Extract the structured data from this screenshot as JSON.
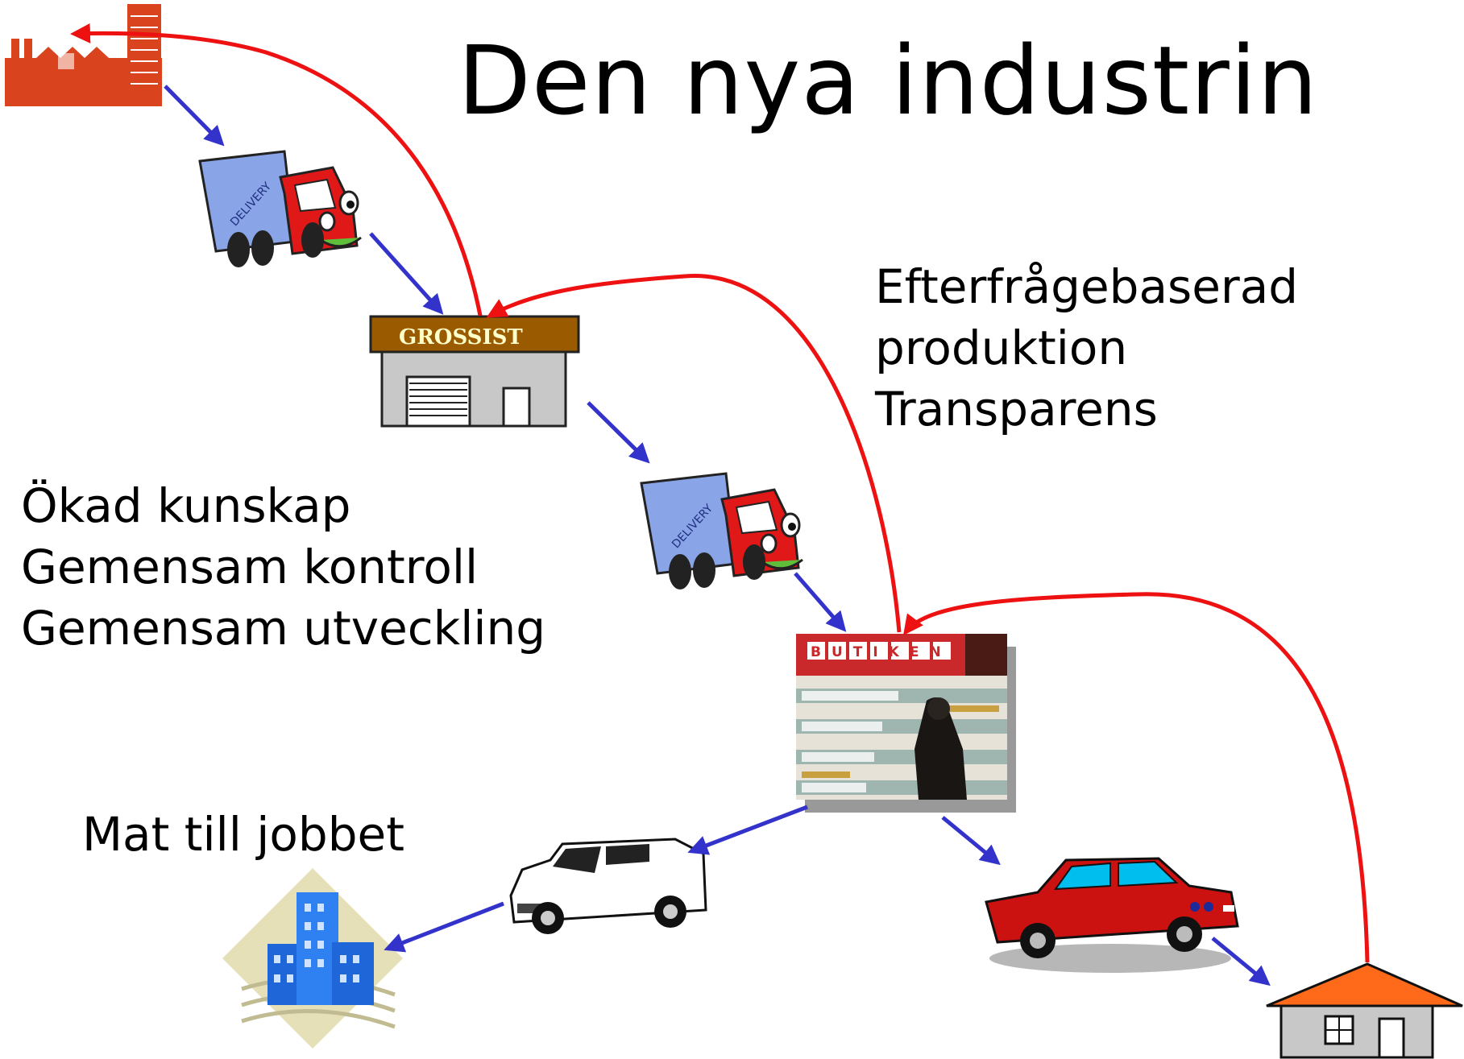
{
  "title": "Den nya industrin",
  "right_text": [
    "Efterfrågebaserad",
    "produktion",
    "Transparens"
  ],
  "left_text": [
    "Ökad kunskap",
    "Gemensam kontroll",
    "Gemensam utveckling"
  ],
  "bottom_text": "Mat till jobbet",
  "labels": {
    "wholesaler_sign": "GROSSIST",
    "store_sign": "BUTIKEN",
    "truck_text": "DELIVERY"
  },
  "colors": {
    "flow_arrow": "#3333cc",
    "feedback_arrow": "#ee1111",
    "factory": "#d9441e",
    "truck_box": "#8aa4e8",
    "truck_cab": "#e01818",
    "grossist_roof": "#9a5a00",
    "house_roof": "#ff6a1a"
  }
}
